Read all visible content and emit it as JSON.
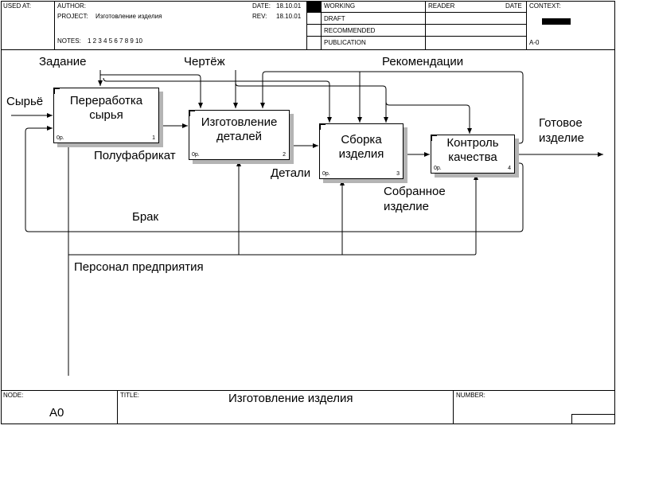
{
  "header": {
    "used_at_label": "USED AT:",
    "author_label": "AUTHOR:",
    "project_label": "PROJECT:",
    "project_value": "Изготовление изделия",
    "notes_label": "NOTES:",
    "notes_value": "1  2  3  4  5  6  7  8  9  10",
    "date_label": "DATE:",
    "date_value": "18.10.01",
    "rev_label": "REV:",
    "rev_value": "18.10.01",
    "status": [
      "WORKING",
      "DRAFT",
      "RECOMMENDED",
      "PUBLICATION"
    ],
    "reader_label": "READER",
    "reader_date_label": "DATE",
    "context_label": "CONTEXT:",
    "context_node": "A-0"
  },
  "diagram": {
    "boxes": [
      {
        "title": "Переработка\nсырья",
        "op": "0р.",
        "num": "1"
      },
      {
        "title": "Изготовление\nдеталей",
        "op": "0р.",
        "num": "2"
      },
      {
        "title": "Сборка\nизделия",
        "op": "0р.",
        "num": "3"
      },
      {
        "title": "Контроль\nкачества",
        "op": "0р.",
        "num": "4"
      }
    ],
    "labels": {
      "input_raw": "Сырьё",
      "control_task": "Задание",
      "control_drawing": "Чертёж",
      "control_recommendations": "Рекомендации",
      "output_product": "Готовое\nизделие",
      "semi_product": "Полуфабрикат",
      "parts": "Детали",
      "assembled": "Собранное\nизделие",
      "defect": "Брак",
      "personnel": "Персонал предприятия"
    }
  },
  "footer": {
    "node_label": "NODE:",
    "node_value": "A0",
    "title_label": "TITLE:",
    "title_value": "Изготовление изделия",
    "number_label": "NUMBER:"
  }
}
